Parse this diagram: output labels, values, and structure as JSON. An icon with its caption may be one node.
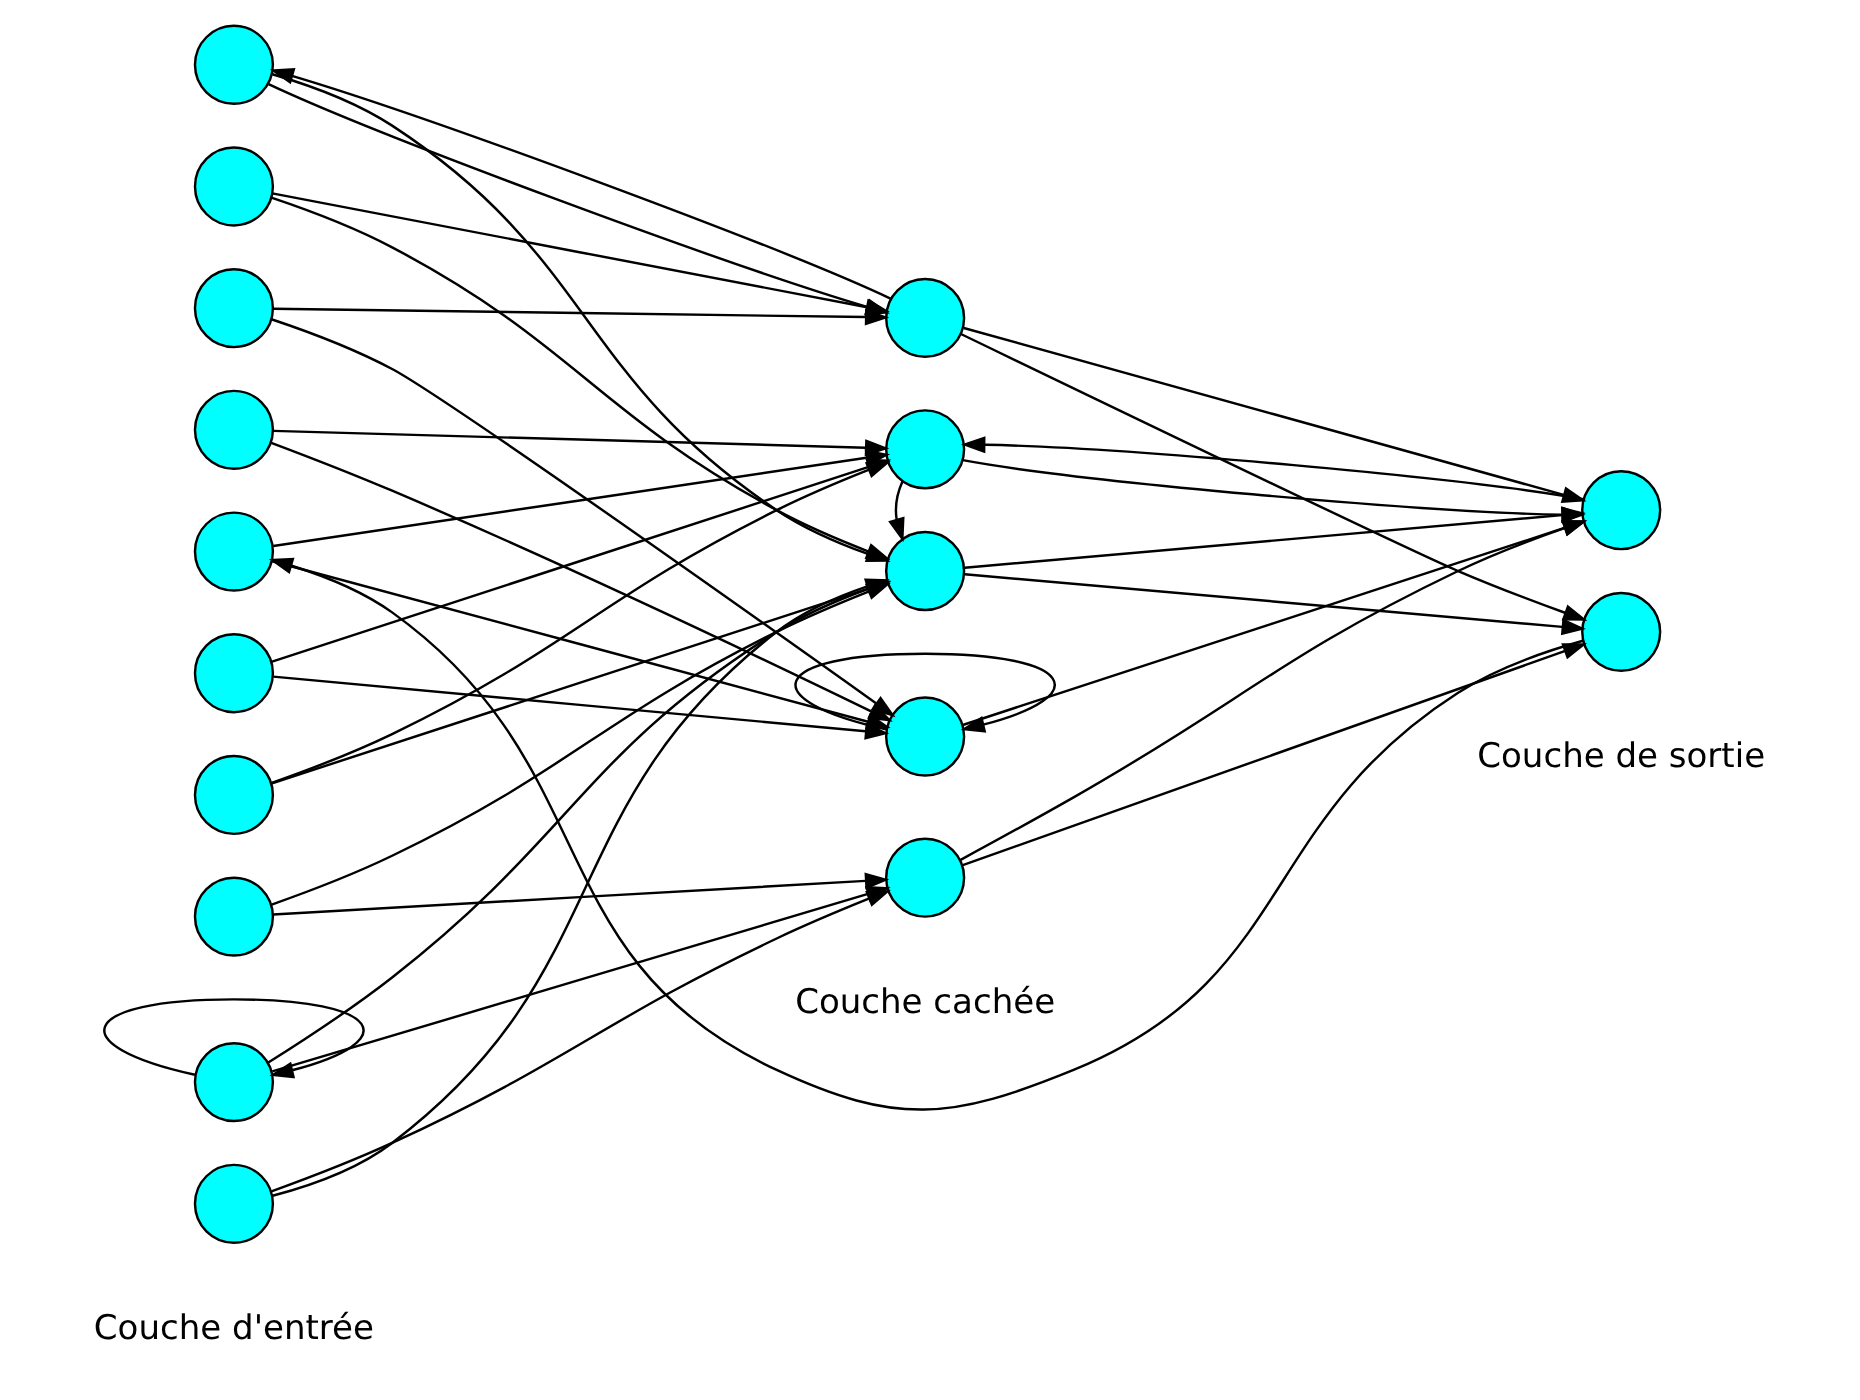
{
  "diagram": {
    "nodes": [
      {
        "text": [],
        "shape": "circle"
      },
      {
        "text": [],
        "shape": "circle"
      },
      {
        "text": [],
        "shape": "circle"
      },
      {
        "text": [],
        "shape": "circle"
      },
      {
        "text": [],
        "shape": "circle"
      },
      {
        "text": [],
        "shape": "circle"
      },
      {
        "text": [],
        "shape": "circle"
      },
      {
        "text": [],
        "shape": "circle"
      },
      {
        "text": [],
        "shape": "circle"
      },
      {
        "text": [],
        "shape": "circle"
      },
      {
        "text": [],
        "shape": "circle"
      },
      {
        "text": [],
        "shape": "circle"
      },
      {
        "text": [],
        "shape": "circle"
      },
      {
        "text": [],
        "shape": "circle"
      },
      {
        "text": [],
        "shape": "circle"
      },
      {
        "text": [],
        "shape": "circle"
      },
      {
        "text": [],
        "shape": "circle"
      }
    ],
    "edges": [
      {
        "from": 0,
        "to": 10,
        "arrow": "to"
      },
      {
        "from": 0,
        "to": 12,
        "arrow": "to"
      },
      {
        "from": 1,
        "to": 10,
        "arrow": "to"
      },
      {
        "from": 1,
        "to": 12,
        "arrow": "to"
      },
      {
        "from": 2,
        "to": 10,
        "arrow": "to"
      },
      {
        "from": 2,
        "to": 13,
        "arrow": "to"
      },
      {
        "from": 3,
        "to": 11,
        "arrow": "to"
      },
      {
        "from": 3,
        "to": 13,
        "arrow": "to"
      },
      {
        "from": 4,
        "to": 11,
        "arrow": "to"
      },
      {
        "from": 4,
        "to": 13,
        "arrow": "to"
      },
      {
        "from": 5,
        "to": 11,
        "arrow": "to"
      },
      {
        "from": 5,
        "to": 13,
        "arrow": "to"
      },
      {
        "from": 6,
        "to": 11,
        "arrow": "to"
      },
      {
        "from": 6,
        "to": 12,
        "arrow": "to"
      },
      {
        "from": 7,
        "to": 12,
        "arrow": "to"
      },
      {
        "from": 7,
        "to": 14,
        "arrow": "to"
      },
      {
        "from": 8,
        "to": 12,
        "arrow": "to"
      },
      {
        "from": 8,
        "to": 14,
        "arrow": "to"
      },
      {
        "from": 9,
        "to": 12,
        "arrow": "to"
      },
      {
        "from": 9,
        "to": 14,
        "arrow": "to"
      },
      {
        "from": 8,
        "to": 8,
        "arrow": "to"
      },
      {
        "from": 10,
        "to": 0,
        "arrow": "to"
      },
      {
        "from": 10,
        "to": 15,
        "arrow": "to"
      },
      {
        "from": 10,
        "to": 16,
        "arrow": "to"
      },
      {
        "from": 11,
        "to": 15,
        "arrow": "to"
      },
      {
        "from": 11,
        "to": 12,
        "arrow": "to"
      },
      {
        "from": 12,
        "to": 15,
        "arrow": "to"
      },
      {
        "from": 12,
        "to": 16,
        "arrow": "to"
      },
      {
        "from": 13,
        "to": 13,
        "arrow": "to"
      },
      {
        "from": 13,
        "to": 15,
        "arrow": "to"
      },
      {
        "from": 14,
        "to": 15,
        "arrow": "to"
      },
      {
        "from": 14,
        "to": 16,
        "arrow": "to"
      },
      {
        "from": 15,
        "to": 11,
        "arrow": "to"
      },
      {
        "from": 16,
        "to": 4,
        "arrow": "to"
      }
    ],
    "labels": [
      "Couche cachée",
      "Couche de sortie",
      "Couche d'entrée"
    ]
  }
}
